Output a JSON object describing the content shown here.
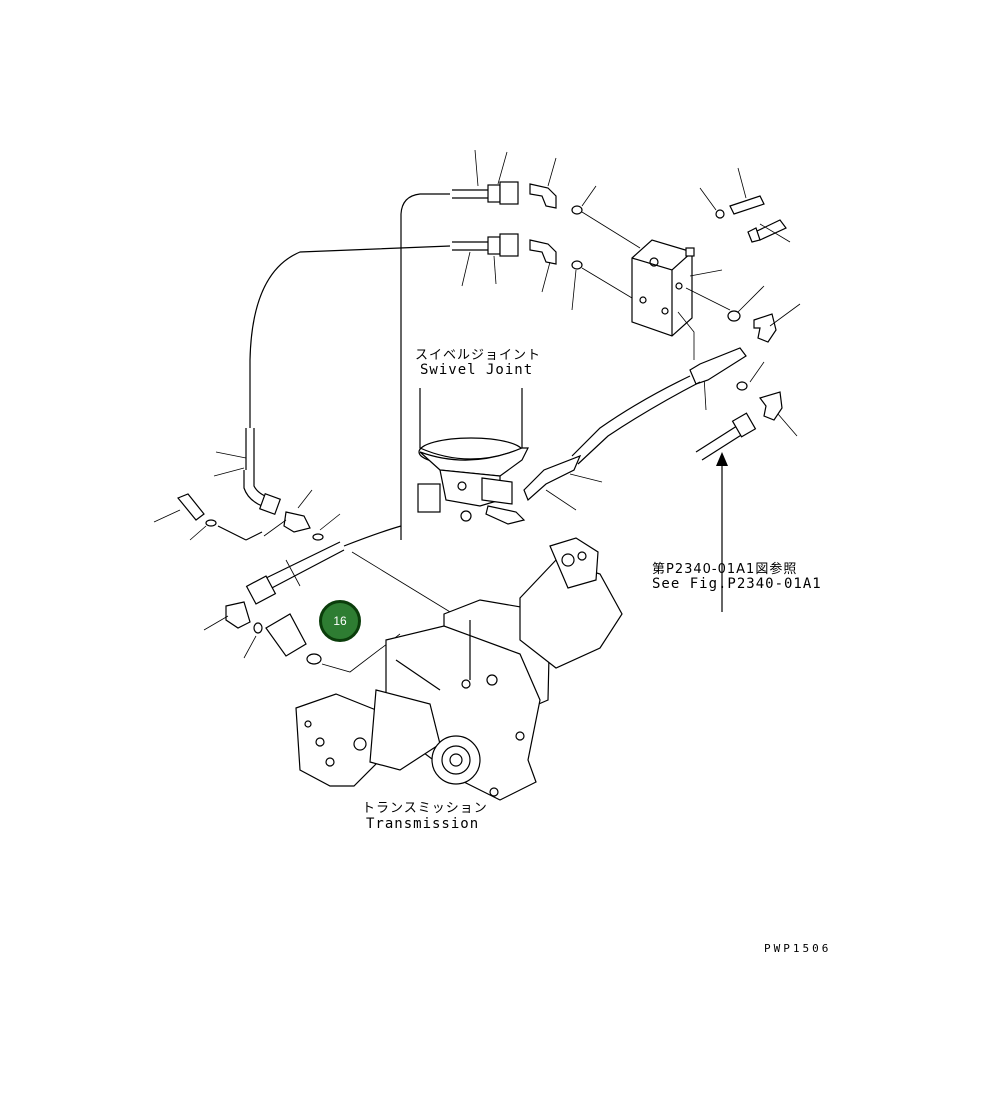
{
  "labels": {
    "swivel_jp": "スイベルジョイント",
    "swivel_en": "Swivel Joint",
    "transmission_jp": "トランスミッション",
    "transmission_en": "Transmission",
    "see_fig_jp": "第P2340-01A1図参照",
    "see_fig_en": "See Fig.P2340-01A1",
    "drawing_code": "PWP1506"
  },
  "callout": {
    "number": "16",
    "color": "#2e7d32"
  }
}
